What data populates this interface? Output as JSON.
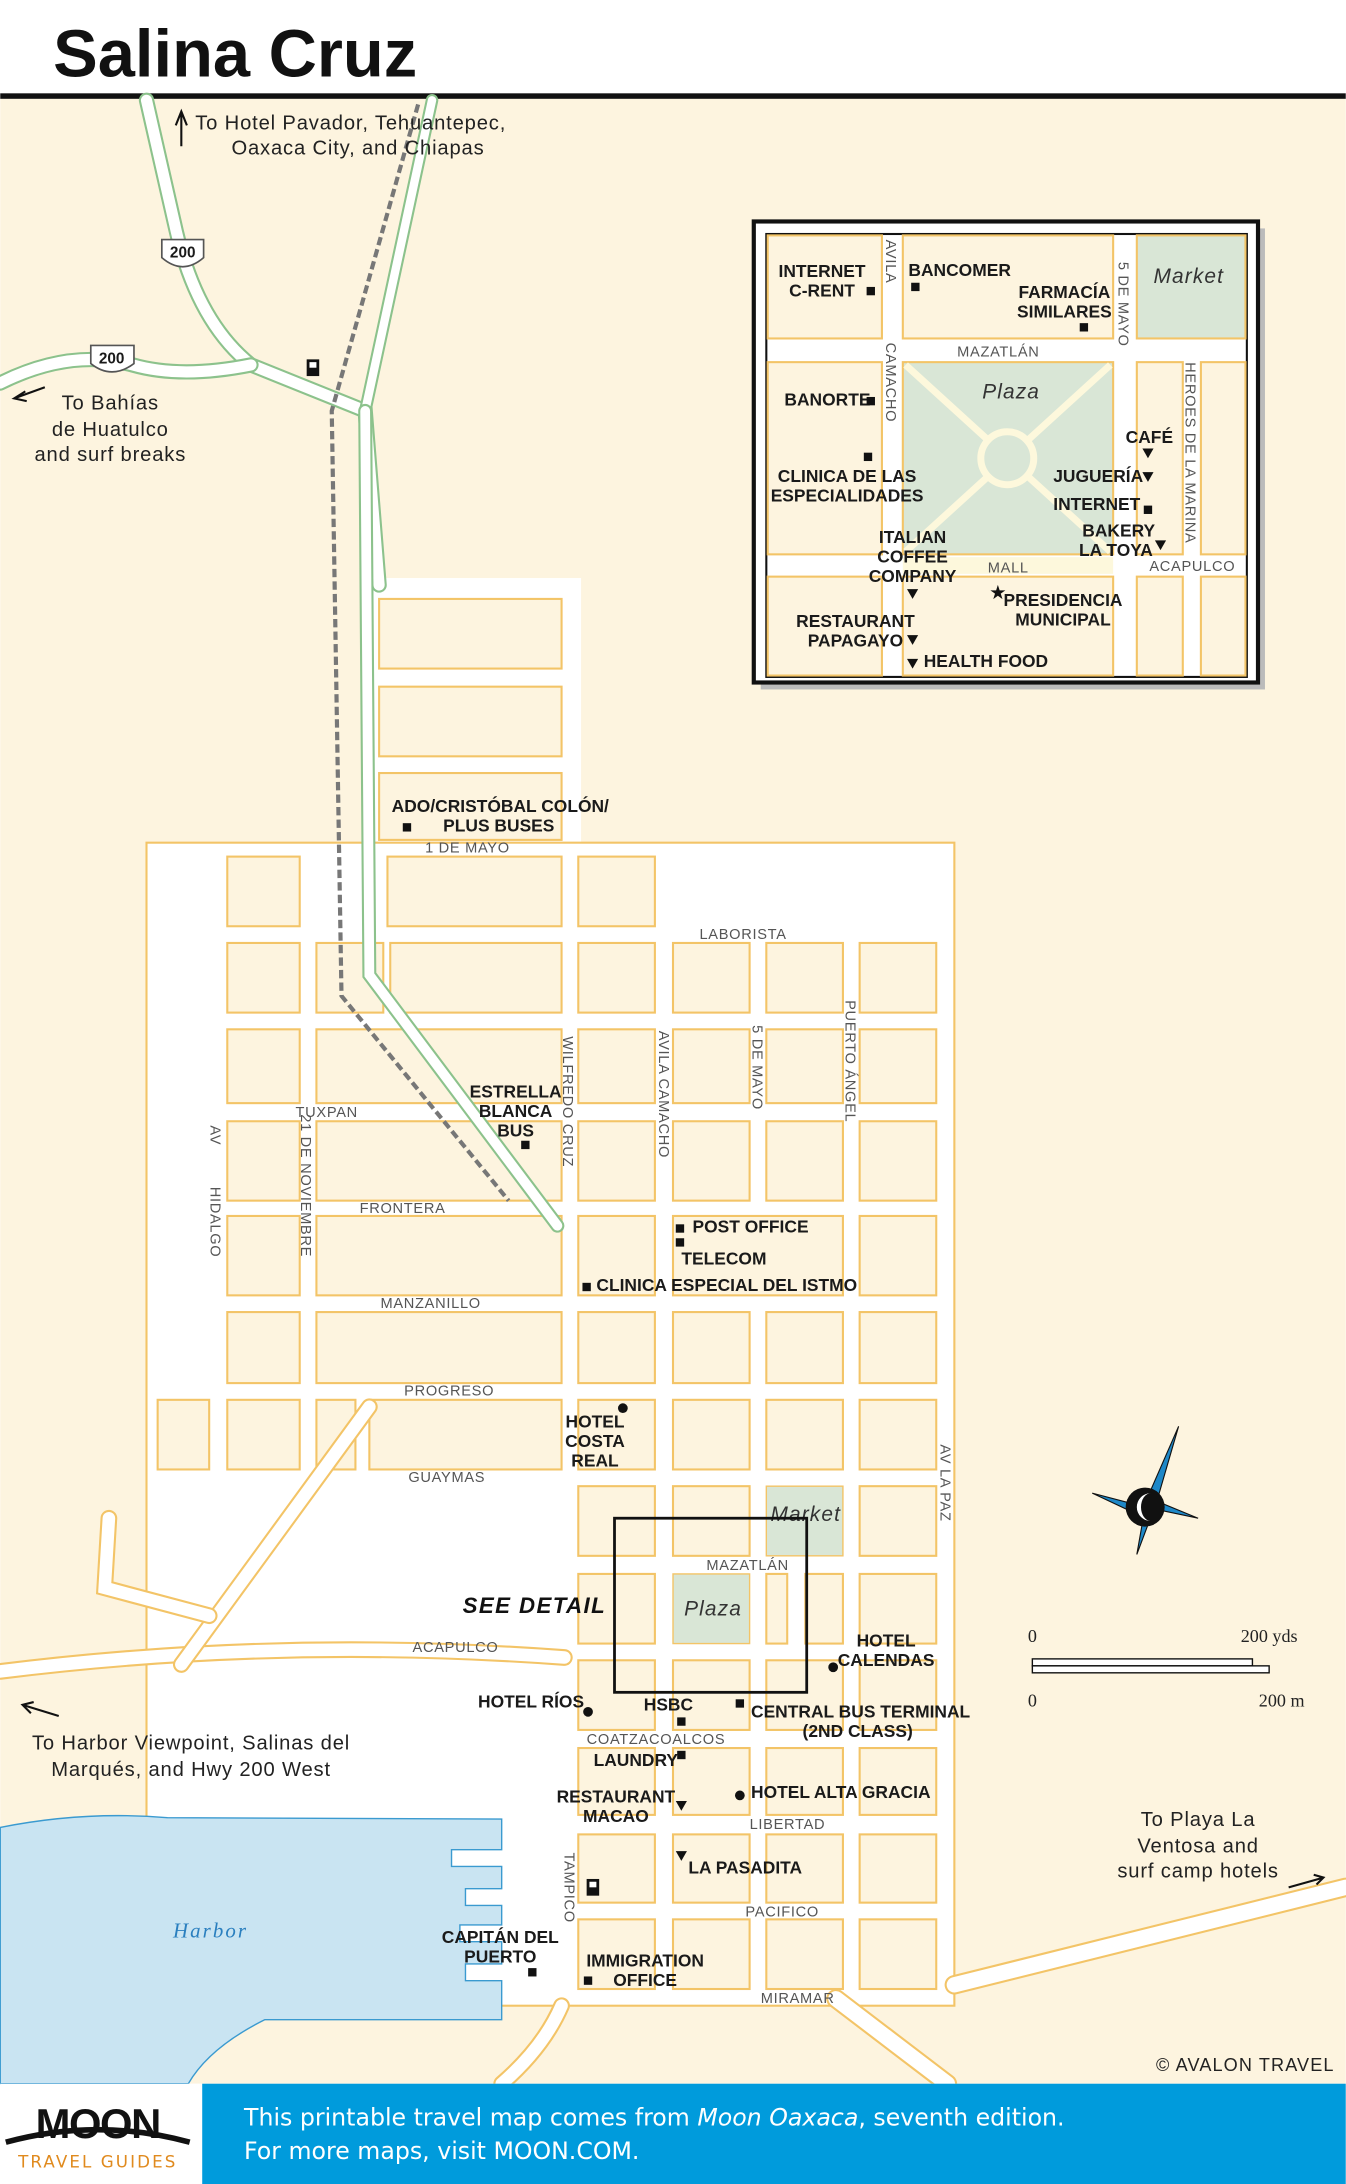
{
  "title": "Salina Cruz",
  "directions": {
    "north": [
      "To Hotel Pavador, Tehuantepec,",
      "Oaxaca City, and Chiapas"
    ],
    "west": [
      "To Bahías",
      "de Huatulco",
      "and surf breaks"
    ],
    "southwest": [
      "To Harbor Viewpoint, Salinas del",
      "Marqués, and Hwy 200 West"
    ],
    "east": [
      "To Playa La",
      "Ventosa and",
      "surf camp hotels"
    ]
  },
  "highway_shields": [
    "200",
    "200"
  ],
  "streets": {
    "primero_de_mayo": "1 DE MAYO",
    "laborista": "LABORISTA",
    "wilfredo_cruz": "WILFREDO CRUZ",
    "avila_camacho": "AVILA CAMACHO",
    "cinco_de_mayo": "5 DE MAYO",
    "puerto_angel": "PUERTO ÁNGEL",
    "tuxpan": "TUXPAN",
    "veintiuno_de_noviembre": "21 DE NOVIEMBRE",
    "av": "AV",
    "hidalgo": "HIDALGO",
    "frontera": "FRONTERA",
    "manzanillo": "MANZANILLO",
    "progreso": "PROGRESO",
    "guaymas": "GUAYMAS",
    "mazatlan": "MAZATLÁN",
    "acapulco": "ACAPULCO",
    "coatzacoalcos": "COATZACOALCOS",
    "libertad": "LIBERTAD",
    "pacifico": "PACIFICO",
    "miramar": "MIRAMAR",
    "tampico": "TAMPICO",
    "av_la_paz": "AV LA PAZ"
  },
  "places": {
    "ado": [
      "ADO/CRISTÓBAL COLÓN/",
      "PLUS BUSES"
    ],
    "estrella": [
      "ESTRELLA",
      "BLANCA",
      "BUS"
    ],
    "post_office": "POST OFFICE",
    "telecom": "TELECOM",
    "clinica_istmo": "CLINICA ESPECIAL DEL ISTMO",
    "hotel_costa_real": [
      "HOTEL",
      "COSTA",
      "REAL"
    ],
    "market": "Market",
    "plaza": "Plaza",
    "see_detail": "SEE DETAIL",
    "hotel_calendas": [
      "HOTEL",
      "CALENDAS"
    ],
    "hotel_rios": "HOTEL RÍOS",
    "hsbc": "HSBC",
    "central_bus": [
      "CENTRAL BUS TERMINAL",
      "(2ND CLASS)"
    ],
    "laundry": "LAUNDRY",
    "restaurant_macao": [
      "RESTAURANT",
      "MACAO"
    ],
    "hotel_alta_gracia": "HOTEL ALTA GRACIA",
    "la_pasadita": "LA PASADITA",
    "capitan": [
      "CAPITÁN DEL",
      "PUERTO"
    ],
    "immigration": [
      "IMMIGRATION",
      "OFFICE"
    ],
    "harbor": "Harbor"
  },
  "inset": {
    "streets": {
      "avila": "AVILA",
      "camacho": "CAMACHO",
      "cinco_de_mayo": "5 DE MAYO",
      "mazatlan": "MAZATLÁN",
      "heroes": "HEROES DE LA MARINA",
      "mall": "MALL",
      "acapulco": "ACAPULCO"
    },
    "places": {
      "internet_crent": [
        "INTERNET",
        "C-RENT"
      ],
      "bancomer": "BANCOMER",
      "farmacia": [
        "FARMACÍA",
        "SIMILARES"
      ],
      "market": "Market",
      "banorte": "BANORTE",
      "plaza": "Plaza",
      "cafe": "CAFÉ",
      "clinica": [
        "CLINICA DE LAS",
        "ESPECIALIDADES"
      ],
      "jugueria": "JUGUERÍA",
      "internet": "INTERNET",
      "italian": [
        "ITALIAN",
        "COFFEE",
        "COMPANY"
      ],
      "bakery": [
        "BAKERY",
        "LA TOYA"
      ],
      "presidencia": [
        "PRESIDENCIA",
        "MUNICIPAL"
      ],
      "papagayo": [
        "RESTAURANT",
        "PAPAGAYO"
      ],
      "health_food": "HEALTH FOOD"
    }
  },
  "scale": {
    "zero_yds": "0",
    "yds": "200 yds",
    "zero_m": "0",
    "m": "200 m"
  },
  "copyright": "© AVALON TRAVEL",
  "footer": {
    "logo": "MOON",
    "logo_sub": "TRAVEL GUIDES",
    "line1_a": "This printable travel map comes from ",
    "line1_b": "Moon Oaxaca",
    "line1_c": ", seventh edition.",
    "line2": "For more maps, visit MOON.COM."
  },
  "colors": {
    "land": "#fdf4df",
    "road_edge": "#f3c467",
    "park": "#d9e6d6",
    "water": "#c9e4f2",
    "footer": "#009bdc",
    "logo_sub": "#e08a1e"
  }
}
